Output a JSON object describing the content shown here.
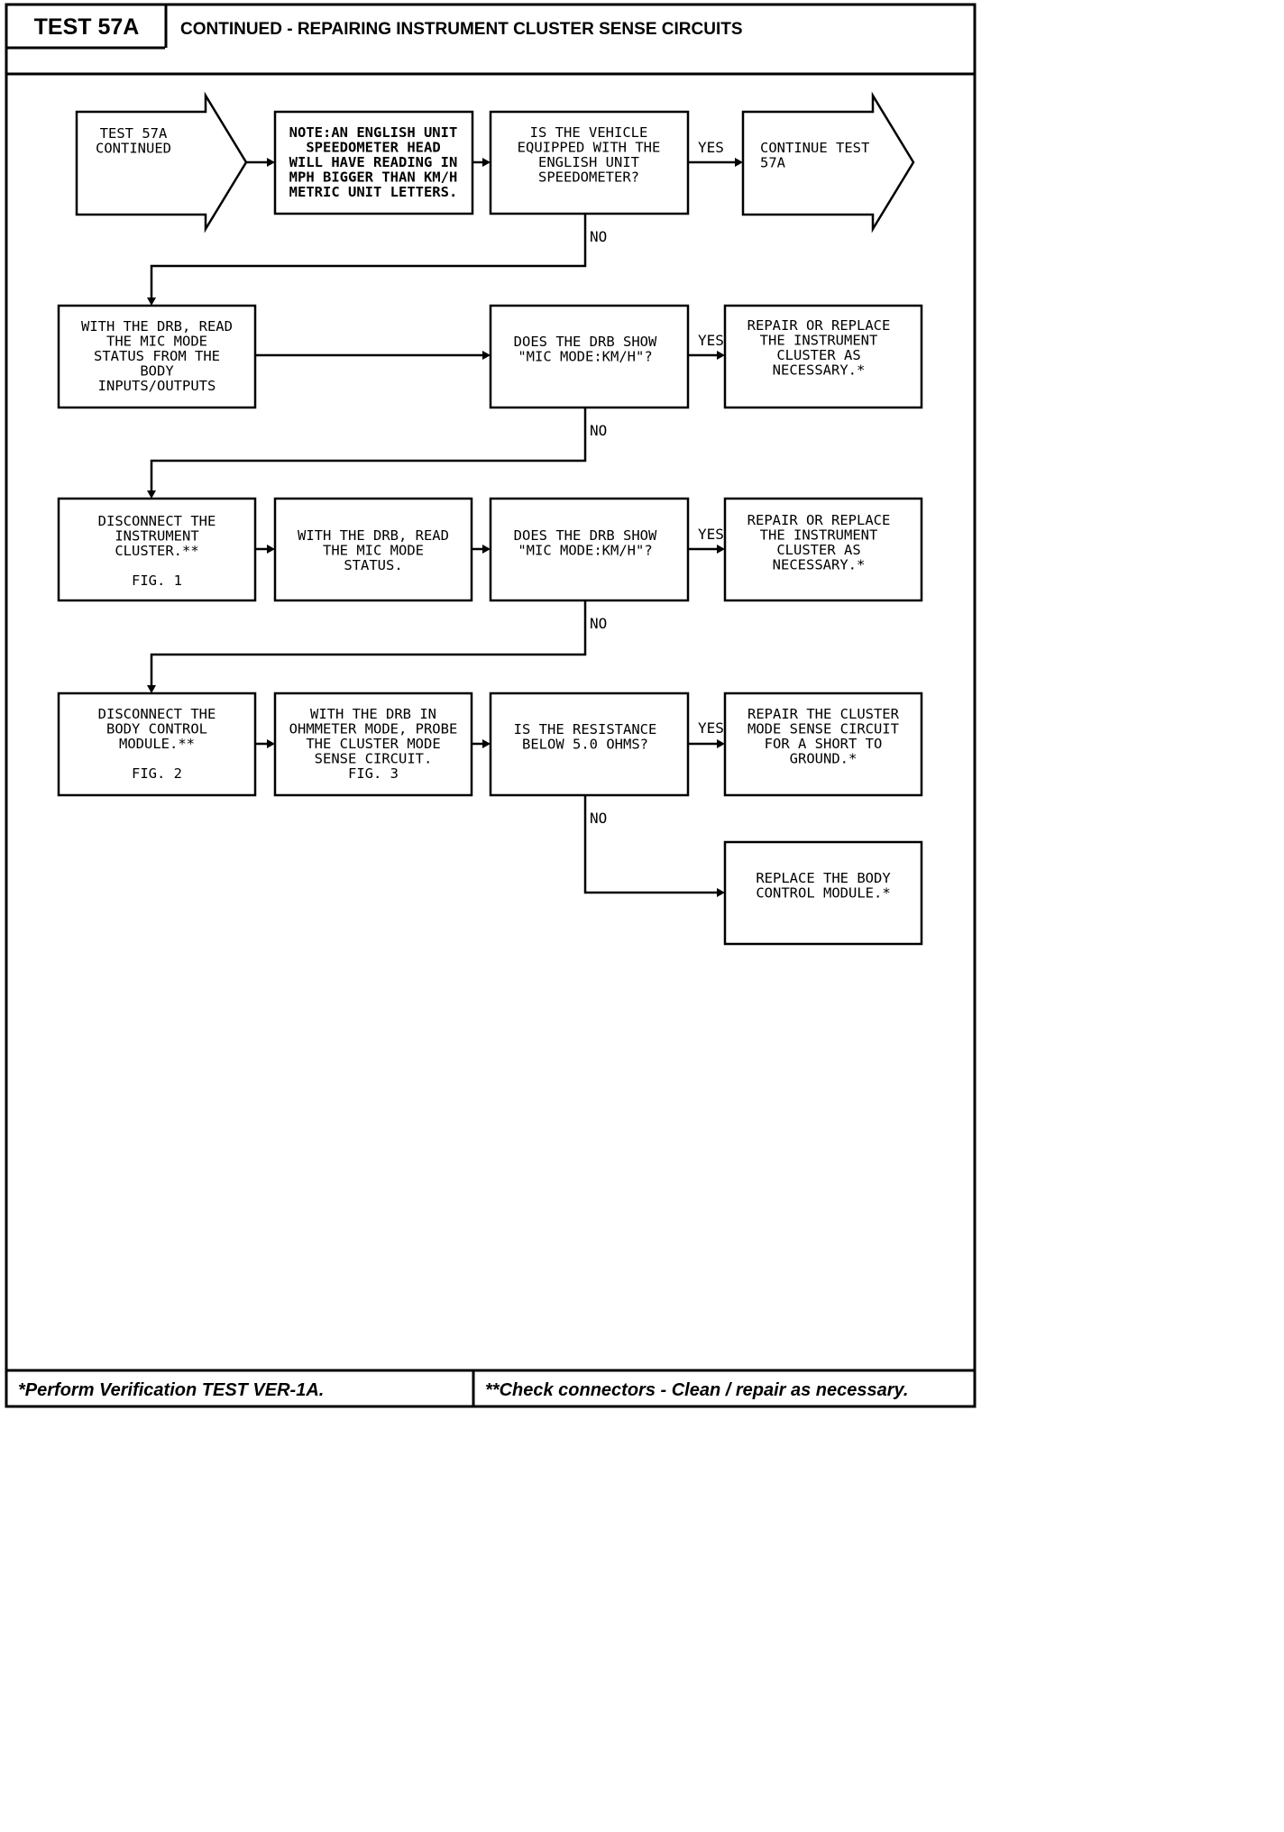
{
  "header": {
    "test_id": "TEST 57A",
    "title": "CONTINUED - REPAIRING INSTRUMENT CLUSTER SENSE CIRCUITS"
  },
  "boxes": {
    "start": [
      "TEST 57A",
      "CONTINUED"
    ],
    "note": [
      "NOTE:AN ENGLISH UNIT",
      "SPEEDOMETER HEAD",
      "WILL HAVE READING IN",
      "MPH BIGGER THAN KM/H",
      "METRIC UNIT LETTERS."
    ],
    "q_english": [
      "IS THE VEHICLE",
      "EQUIPPED WITH THE",
      "ENGLISH UNIT",
      "SPEEDOMETER?"
    ],
    "continue": [
      "CONTINUE TEST",
      "57A"
    ],
    "read_mic_body": [
      "WITH THE DRB, READ",
      "THE MIC MODE",
      "STATUS FROM THE",
      "BODY",
      "INPUTS/OUTPUTS"
    ],
    "q_kmh_1": [
      "DOES THE DRB SHOW",
      "\"MIC MODE:KM/H\"?"
    ],
    "repair_cluster_1": [
      "REPAIR OR REPLACE",
      "THE INSTRUMENT",
      "CLUSTER AS",
      "NECESSARY.*"
    ],
    "disconnect_cluster": [
      "DISCONNECT THE",
      "INSTRUMENT",
      "CLUSTER.**",
      "",
      "FIG. 1"
    ],
    "read_mic": [
      "WITH THE DRB, READ",
      "THE MIC MODE",
      "STATUS."
    ],
    "q_kmh_2": [
      "DOES THE DRB SHOW",
      "\"MIC MODE:KM/H\"?"
    ],
    "repair_cluster_2": [
      "REPAIR OR REPLACE",
      "THE INSTRUMENT",
      "CLUSTER AS",
      "NECESSARY.*"
    ],
    "disconnect_bcm": [
      "DISCONNECT THE",
      "BODY CONTROL",
      "MODULE.**",
      "",
      "FIG. 2"
    ],
    "probe": [
      "WITH THE DRB IN",
      "OHMMETER MODE, PROBE",
      "THE CLUSTER MODE",
      "SENSE CIRCUIT.",
      "FIG. 3"
    ],
    "q_resistance": [
      "IS THE RESISTANCE",
      "BELOW 5.0 OHMS?"
    ],
    "repair_short": [
      "REPAIR THE CLUSTER",
      "MODE SENSE CIRCUIT",
      "FOR A SHORT TO",
      "GROUND.*"
    ],
    "replace_bcm": [
      "REPLACE THE BODY",
      "CONTROL MODULE.*"
    ]
  },
  "labels": {
    "yes_1": "YES",
    "no_1": "NO",
    "yes_2": "YES",
    "no_2": "NO",
    "yes_3": "YES",
    "no_3": "NO",
    "yes_4": "YES",
    "no_4": "NO"
  },
  "footer": {
    "left": "*Perform Verification TEST VER-1A.",
    "right": "**Check connectors - Clean / repair as necessary."
  }
}
